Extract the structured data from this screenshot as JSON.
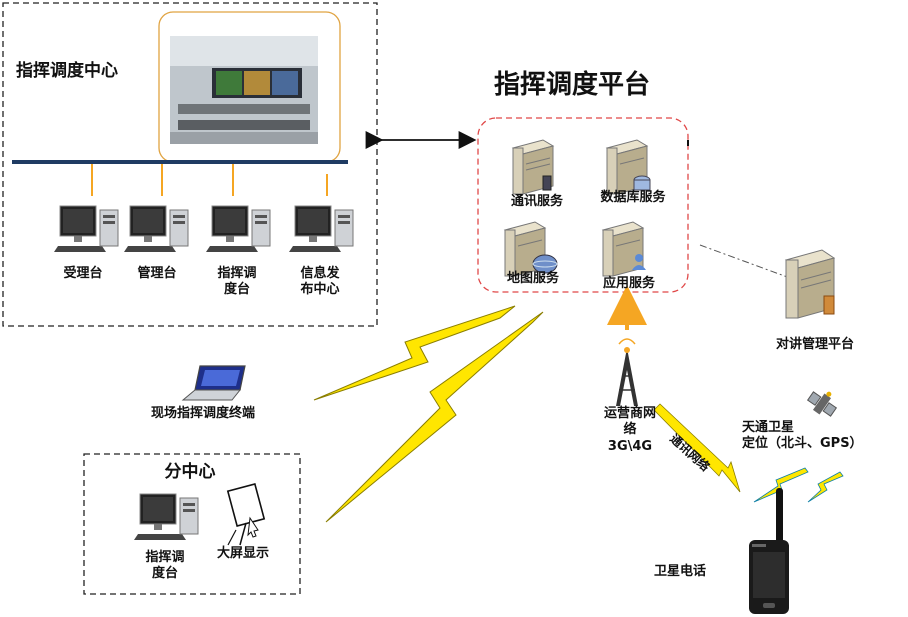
{
  "command_center": {
    "title": "指挥调度中心",
    "terminals": [
      {
        "label": "受理台"
      },
      {
        "label": "管理台"
      },
      {
        "label": "指挥调\n度台"
      },
      {
        "label": "信息发\n布中心"
      }
    ]
  },
  "platform": {
    "title": "指挥调度平台",
    "services": [
      "通讯服务",
      "数据库服务",
      "地图服务",
      "应用服务"
    ]
  },
  "intercom": {
    "label": "对讲管理平台"
  },
  "field_terminal": {
    "label": "现场指挥调度终端"
  },
  "sub_center": {
    "title": "分中心",
    "items": [
      {
        "label": "指挥调\n度台"
      },
      {
        "label": "大屏显示"
      }
    ]
  },
  "carrier": {
    "label": "运营商网\n络\n3G\\4G"
  },
  "link_label": "通讯网络",
  "satellite": {
    "label": "天通卫星\n定位（北斗、GPS）"
  },
  "phone": {
    "label": "卫星电话"
  }
}
